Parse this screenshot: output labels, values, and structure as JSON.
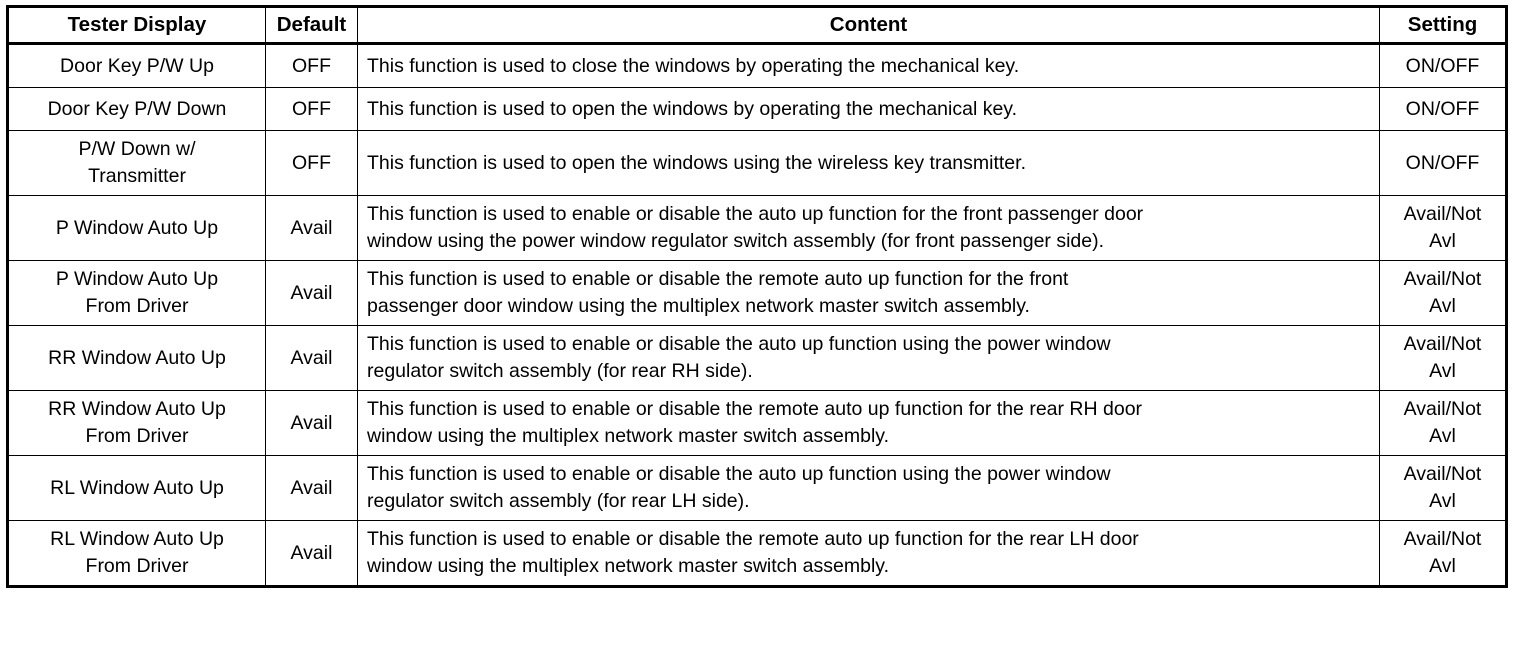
{
  "table": {
    "headers": {
      "tester_display": "Tester Display",
      "default": "Default",
      "content": "Content",
      "setting": "Setting"
    },
    "rows": [
      {
        "tester_display": "Door Key P/W Up",
        "tester_display_line2": "",
        "default": "OFF",
        "content_line1": "This function is used to close the windows by operating the mechanical key.",
        "content_line2": "",
        "setting_line1": "ON/OFF",
        "setting_line2": "",
        "height": "single"
      },
      {
        "tester_display": "Door Key P/W Down",
        "tester_display_line2": "",
        "default": "OFF",
        "content_line1": "This function is used to open the windows by operating the mechanical key.",
        "content_line2": "",
        "setting_line1": "ON/OFF",
        "setting_line2": "",
        "height": "single"
      },
      {
        "tester_display": "P/W Down w/",
        "tester_display_line2": "Transmitter",
        "default": "OFF",
        "content_line1": "This function is used to open the windows using the wireless key transmitter.",
        "content_line2": "",
        "setting_line1": "ON/OFF",
        "setting_line2": "",
        "height": "double"
      },
      {
        "tester_display": "P Window Auto Up",
        "tester_display_line2": "",
        "default": "Avail",
        "content_line1": "This function is used to enable or disable the auto up function for the front passenger door",
        "content_line2": "window using the power window regulator switch assembly (for front passenger side).",
        "setting_line1": "Avail/Not",
        "setting_line2": "Avl",
        "height": "double"
      },
      {
        "tester_display": "P Window Auto Up",
        "tester_display_line2": "From Driver",
        "default": "Avail",
        "content_line1": "This function is used to enable or disable the remote auto up function for the front",
        "content_line2": "passenger door window using the multiplex network master switch assembly.",
        "setting_line1": "Avail/Not",
        "setting_line2": "Avl",
        "height": "double"
      },
      {
        "tester_display": "RR Window Auto Up",
        "tester_display_line2": "",
        "default": "Avail",
        "content_line1": "This function is used to enable or disable the auto up function using the power window",
        "content_line2": "regulator switch assembly (for rear RH side).",
        "setting_line1": "Avail/Not",
        "setting_line2": "Avl",
        "height": "double"
      },
      {
        "tester_display": "RR Window Auto Up",
        "tester_display_line2": "From Driver",
        "default": "Avail",
        "content_line1": "This function is used to enable or disable the remote auto up function for the rear RH door",
        "content_line2": "window using the multiplex network master switch assembly.",
        "setting_line1": "Avail/Not",
        "setting_line2": "Avl",
        "height": "double"
      },
      {
        "tester_display": "RL Window Auto Up",
        "tester_display_line2": "",
        "default": "Avail",
        "content_line1": "This function is used to enable or disable the auto up function using the power window",
        "content_line2": "regulator switch assembly (for rear LH side).",
        "setting_line1": "Avail/Not",
        "setting_line2": "Avl",
        "height": "double"
      },
      {
        "tester_display": "RL Window Auto Up",
        "tester_display_line2": "From Driver",
        "default": "Avail",
        "content_line1": "This function is used to enable or disable the remote auto up function for the rear LH door",
        "content_line2": "window using the multiplex network master switch assembly.",
        "setting_line1": "Avail/Not",
        "setting_line2": "Avl",
        "height": "double"
      }
    ]
  },
  "colors": {
    "border": "#000000",
    "text": "#000000",
    "background": "#ffffff"
  }
}
